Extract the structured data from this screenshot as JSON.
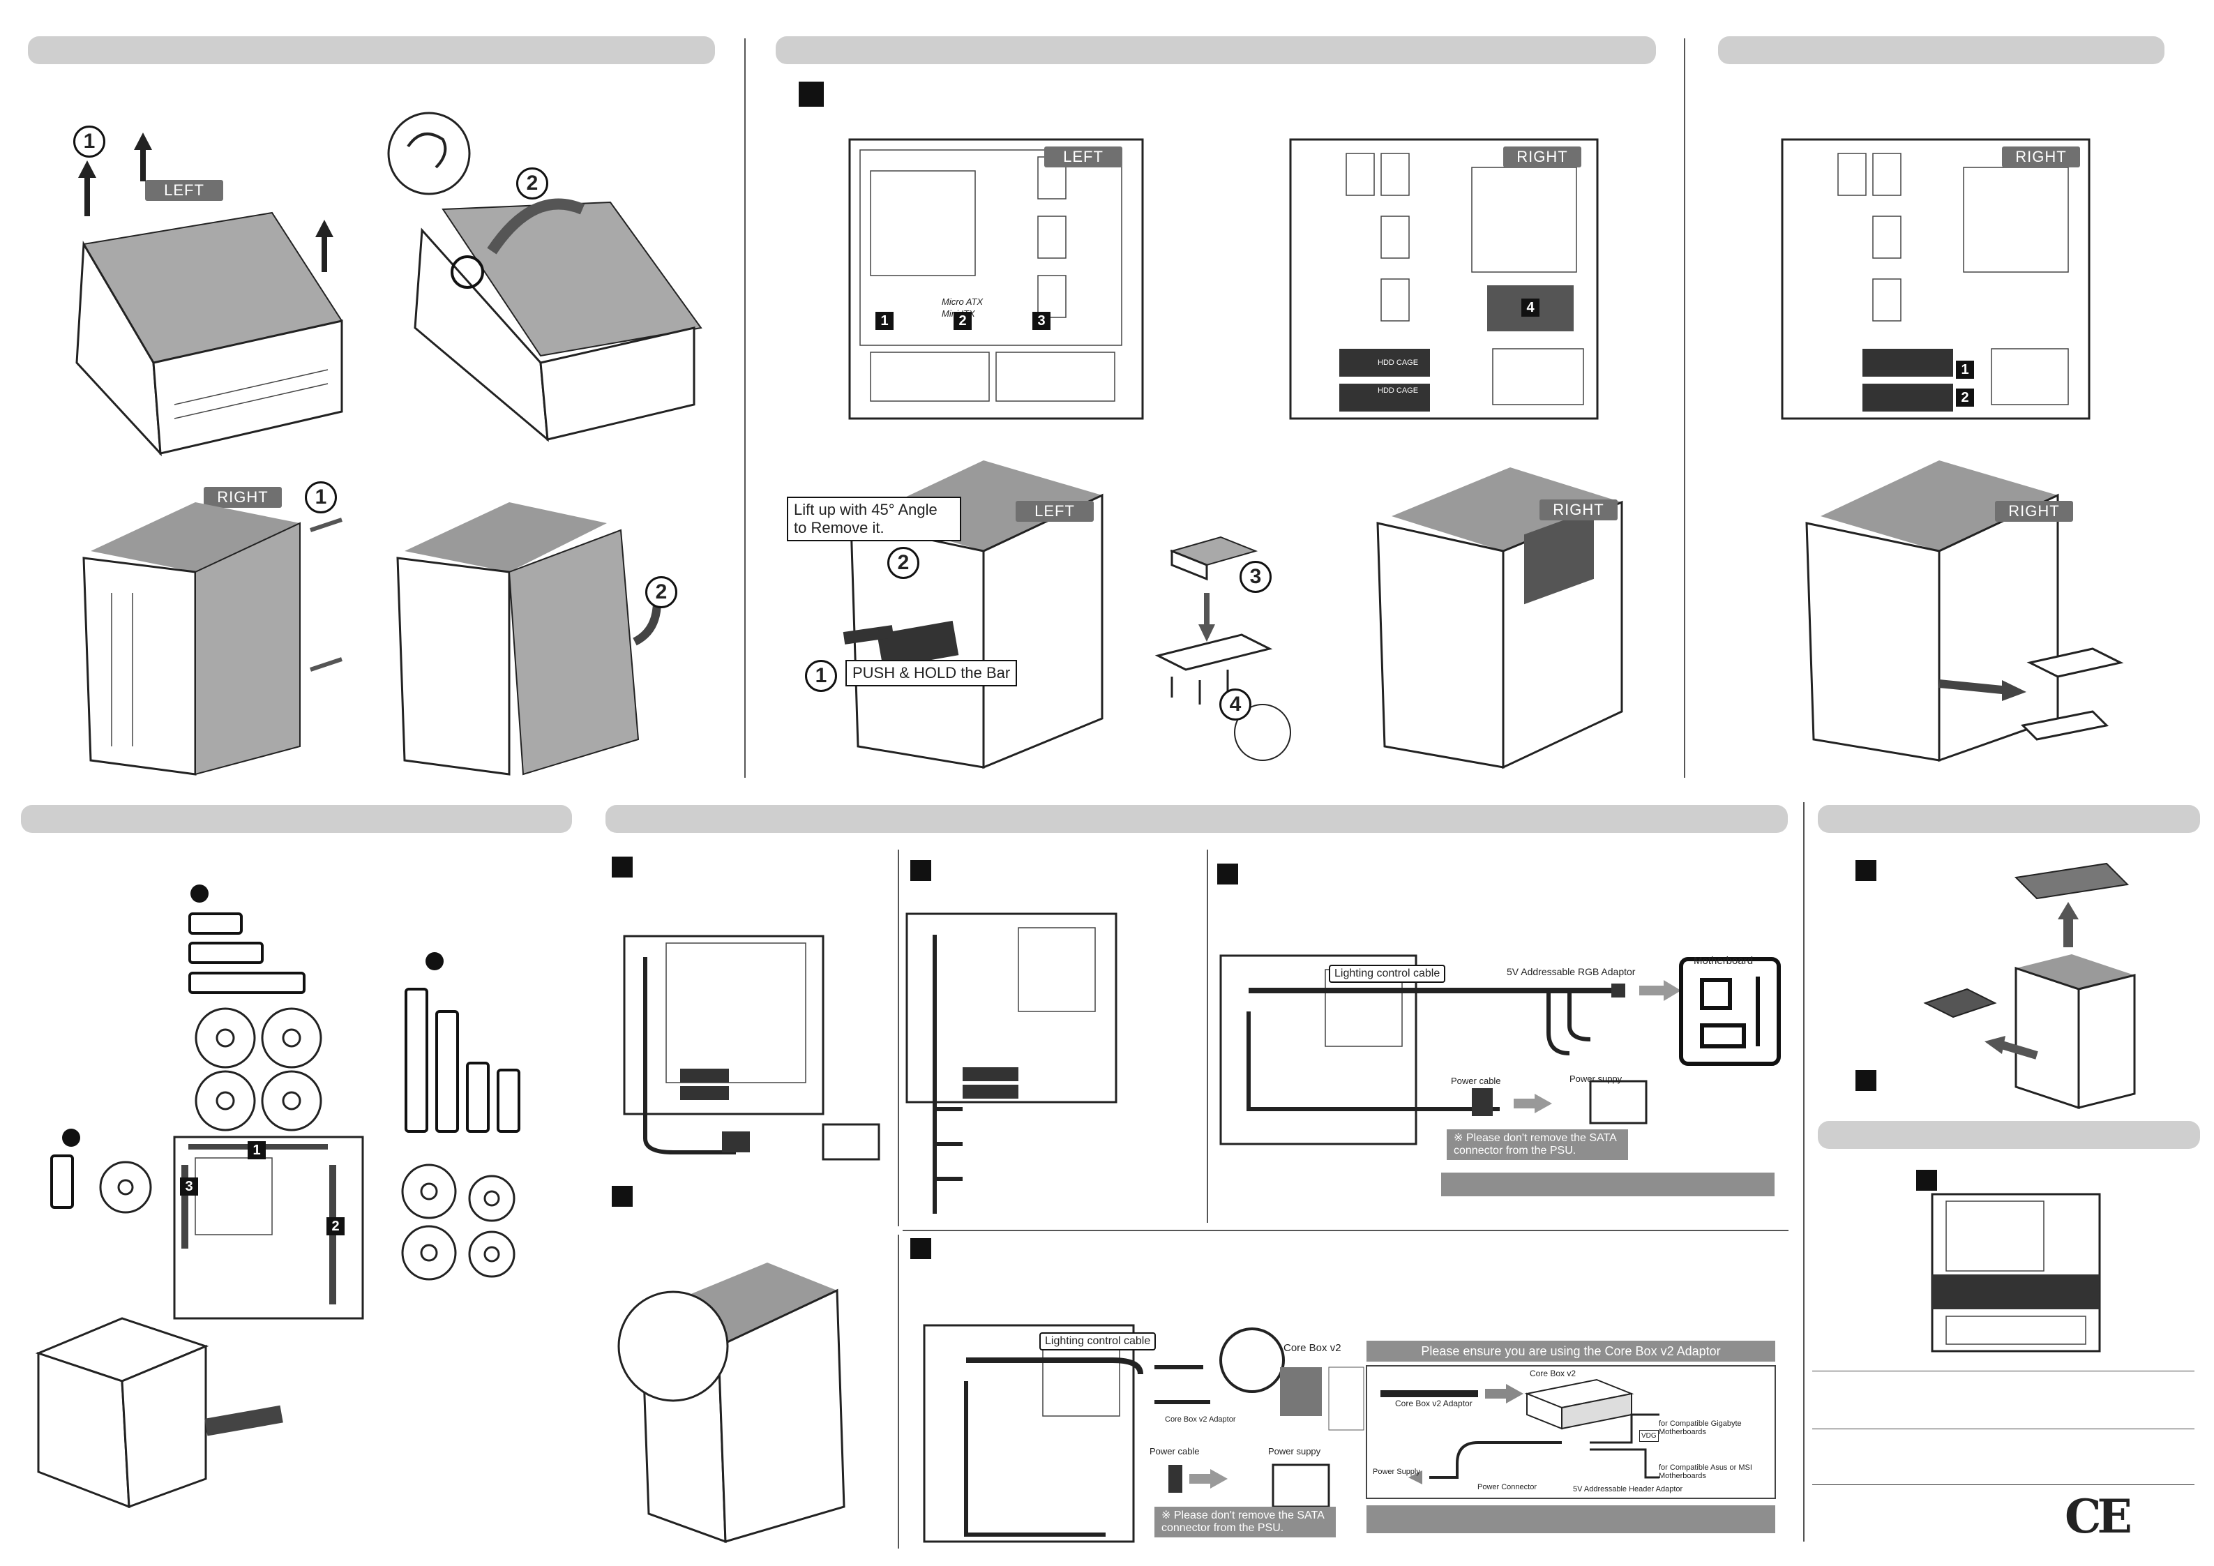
{
  "labels": {
    "left": "LEFT",
    "right": "RIGHT",
    "lift_up": "Lift up with 45° Angle\nto Remove it.",
    "push_hold": "PUSH & HOLD the Bar",
    "lighting_cable": "Lighting control cable",
    "rgb_adaptor": "5V Addressable RGB Adaptor",
    "motherboard": "Motherboard",
    "power_cable": "Power cable",
    "power_supply": "Power suppy",
    "sata_warning": "※ Please don't remove the SATA\nconnector from the PSU.",
    "core_box": "Core Box v2",
    "core_box_adaptor": "Core Box v2 Adaptor",
    "ensure_adaptor": "Please ensure you are using the Core Box v2 Adaptor",
    "gigabyte": "for Compatible Gigabyte\nMotherboards",
    "asus_msi": "for Compatible Asus or MSI\nMotherboards",
    "power_supply_diag": "Power Supply",
    "power_connector": "Power Connector",
    "header_adaptor": "5V Addressable Header Adaptor",
    "hdd_cage": "HDD CAGE",
    "micro_atx": "Micro ATX",
    "mini_itx": "Mini ITX",
    "vdg": "VDG",
    "ce_mark": "CE"
  },
  "numbers": [
    "1",
    "2",
    "3",
    "4"
  ]
}
